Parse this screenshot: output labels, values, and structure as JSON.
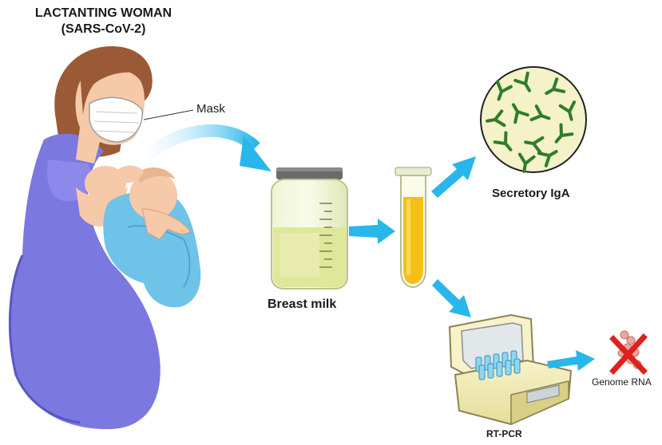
{
  "title": {
    "line1": "LACTANTING WOMAN",
    "line2": "(SARS-CoV-2)"
  },
  "labels": {
    "mask": "Mask",
    "breast_milk": "Breast milk",
    "secretory_iga": "Secretory IgA",
    "rt_pcr": "RT-PCR",
    "genome_rna": "Genome RNA"
  },
  "colors": {
    "dress": "#7b78e0",
    "skin": "#f6c9a9",
    "hair": "#9a5a35",
    "blanket": "#6fc3e8",
    "arrow": "#29b6ea",
    "milk": "#dfe79a",
    "tube": "#f5bf16",
    "antibody": "#2f7d2a",
    "circle_bg": "#f5f1c8",
    "cross": "#e0201b"
  }
}
